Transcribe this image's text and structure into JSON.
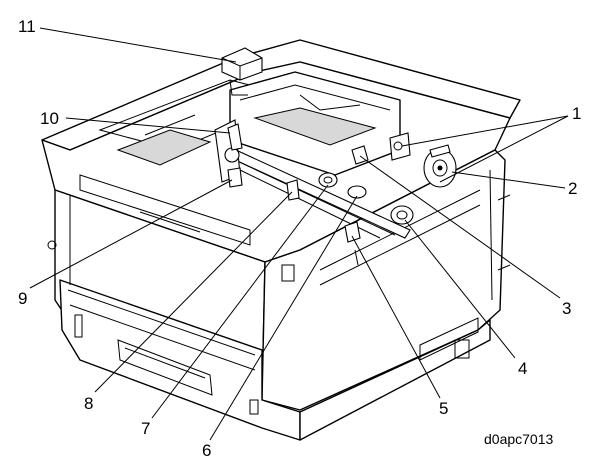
{
  "callouts": [
    {
      "num": "1"
    },
    {
      "num": "2"
    },
    {
      "num": "3"
    },
    {
      "num": "4"
    },
    {
      "num": "5"
    },
    {
      "num": "6"
    },
    {
      "num": "7"
    },
    {
      "num": "8"
    },
    {
      "num": "9"
    },
    {
      "num": "10"
    },
    {
      "num": "11"
    }
  ],
  "figure_code": "d0apc7013"
}
